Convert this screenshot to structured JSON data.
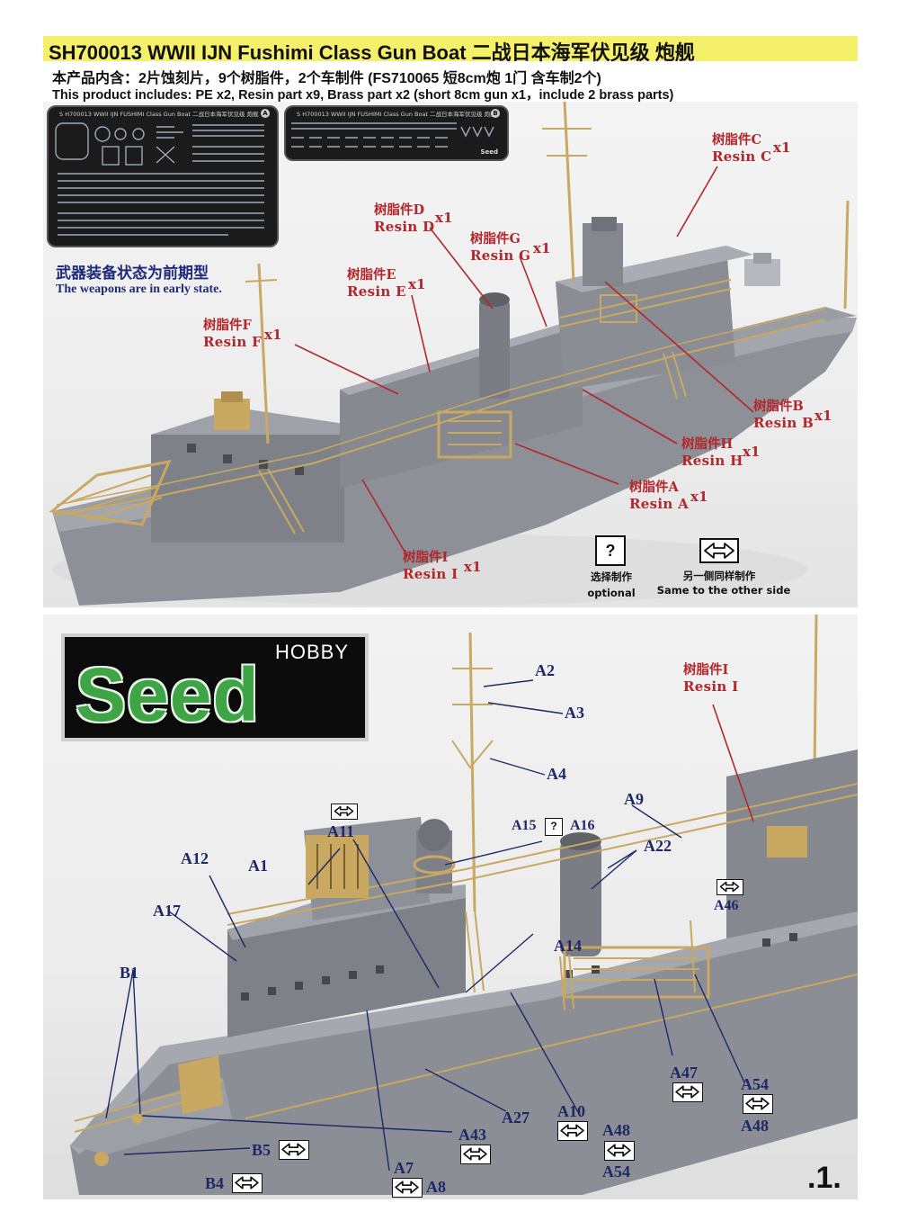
{
  "header": {
    "title": "SH700013 WWII IJN Fushimi Class Gun Boat 二战日本海军伏见级 炮舰",
    "includes_zh": "本产品内含：2片蚀刻片，9个树脂件，2个车制件 (FS710065 短8cm炮 1门 含车制2个)",
    "includes_en": "This product includes: PE x2, Resin part x9, Brass part x2 (short 8cm gun x1，include 2 brass parts)"
  },
  "pe_sheets": {
    "sheet_a_title": "S H700013 WWII IJN FUSHIMI Class Gun Boat 二战日本海军伏见级 炮舰",
    "sheet_a_mark": "A",
    "sheet_b_title": "S H700013 WWII IJN FUSHIMI Class Gun Boat 二战日本海军伏见级 炮舰",
    "sheet_b_mark": "B",
    "sheet_b_logo": "Seed"
  },
  "note": {
    "zh": "武器装备状态为前期型",
    "en": "The weapons are in early state."
  },
  "resin_labels": [
    {
      "id": "C",
      "zh": "树脂件C",
      "en": "Resin C",
      "qty": "x1"
    },
    {
      "id": "D",
      "zh": "树脂件D",
      "en": "Resin D",
      "qty": "x1"
    },
    {
      "id": "G",
      "zh": "树脂件G",
      "en": "Resin G",
      "qty": "x1"
    },
    {
      "id": "E",
      "zh": "树脂件E",
      "en": "Resin E",
      "qty": "x1"
    },
    {
      "id": "F",
      "zh": "树脂件F",
      "en": "Resin F",
      "qty": "x1"
    },
    {
      "id": "B",
      "zh": "树脂件B",
      "en": "Resin B",
      "qty": "x1"
    },
    {
      "id": "H",
      "zh": "树脂件H",
      "en": "Resin H",
      "qty": "x1"
    },
    {
      "id": "A",
      "zh": "树脂件A",
      "en": "Resin A",
      "qty": "x1"
    },
    {
      "id": "I",
      "zh": "树脂件I",
      "en": "Resin I",
      "qty": "x1"
    }
  ],
  "legend": {
    "optional_symbol": "?",
    "optional_zh": "选择制作",
    "optional_en": "optional",
    "same_side_zh": "另一侧同样制作",
    "same_side_en": "Same to the other side"
  },
  "logo": {
    "hobby": "HOBBY",
    "seed": "Seed"
  },
  "bottom_resin_label": {
    "zh": "树脂件I",
    "en": "Resin I"
  },
  "part_labels": {
    "a2": "A2",
    "a3": "A3",
    "a4": "A4",
    "a9": "A9",
    "a11": "A11",
    "a15": "A15",
    "a16": "A16",
    "a22": "A22",
    "a46": "A46",
    "a12": "A12",
    "a1": "A1",
    "a17": "A17",
    "a14": "A14",
    "b1": "B1",
    "a47": "A47",
    "a54a": "A54",
    "a48a": "A48",
    "a10": "A10",
    "a48b": "A48",
    "a54b": "A54",
    "a27": "A27",
    "a43": "A43",
    "b5": "B5",
    "b4": "B4",
    "a7": "A7",
    "a8": "A8"
  },
  "page_number": ".1.",
  "colors": {
    "title_bar": "#f5f06a",
    "resin_red": "#b3262b",
    "part_navy": "#1e2868",
    "hull_grey": "#8d9096",
    "brass": "#c9a862",
    "logo_green": "#3fa445"
  }
}
